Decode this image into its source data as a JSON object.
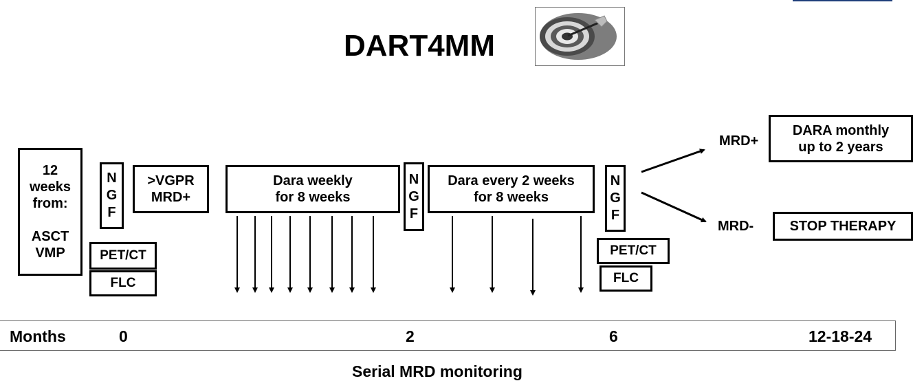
{
  "title": "DART4MM",
  "logo_icon": "target-dart-icon",
  "start_box": "12\nweeks\nfrom:\n\nASCT\nVMP",
  "ngf_letters": [
    "N",
    "G",
    "F"
  ],
  "pet_ct": "PET/CT",
  "flc": "FLC",
  "vgpr_box": ">VGPR\nMRD+",
  "dara_weekly": "Dara weekly\nfor 8 weeks",
  "dara_biweekly": "Dara every 2 weeks\nfor 8 weeks",
  "mrd_plus_label": "MRD+",
  "mrd_minus_label": "MRD-",
  "dara_monthly": "DARA monthly\nup to 2 years",
  "stop_therapy": "STOP THERAPY",
  "timeline": {
    "label": "Months",
    "ticks": [
      "0",
      "2",
      "6",
      "12-18-24"
    ]
  },
  "footer": "Serial MRD monitoring"
}
